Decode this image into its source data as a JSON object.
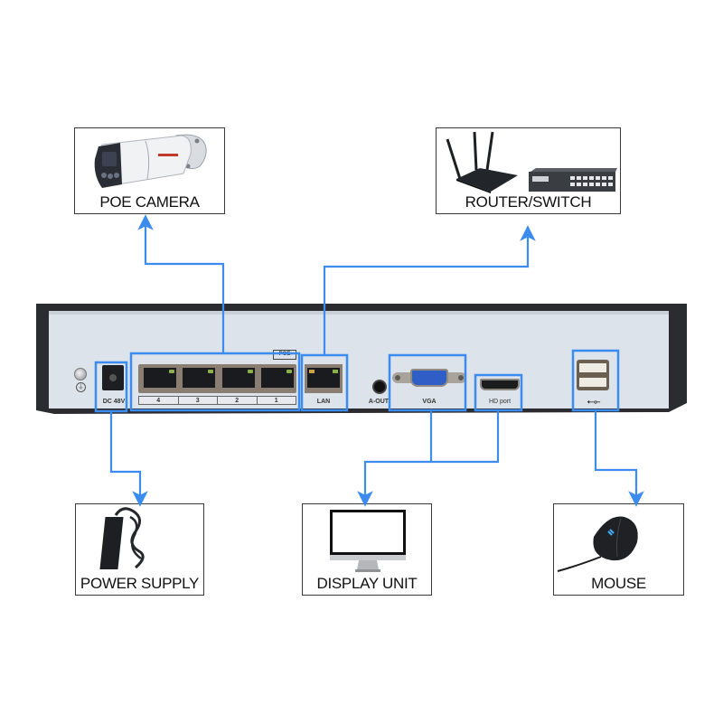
{
  "diagram": {
    "title": "NVR rear panel connection diagram",
    "accent_color": "#3c8cf0",
    "devices": {
      "poe_camera": {
        "label": "POE CAMERA",
        "icon": "bullet-camera"
      },
      "router_switch": {
        "label": "ROUTER/SWITCH",
        "icon": "router-and-switch"
      },
      "power_supply": {
        "label": "POWER SUPPLY",
        "icon": "power-adapter"
      },
      "display_unit": {
        "label": "DISPLAY UNIT",
        "icon": "monitor"
      },
      "mouse": {
        "label": "MOUSE",
        "icon": "mouse"
      }
    },
    "panel": {
      "dc_label": "DC 48V",
      "poe_badge": "POE",
      "poe_port_numbers": [
        "4",
        "3",
        "2",
        "1"
      ],
      "lan_label": "LAN",
      "audio_label": "A-OUT",
      "vga_label": "VGA",
      "hdmi_label": "HD port",
      "usb_symbol": "usb-symbol",
      "ground_symbol": "ground-symbol"
    },
    "connections": [
      {
        "from": "poe_ports",
        "to": "poe_camera"
      },
      {
        "from": "lan_port",
        "to": "router_switch"
      },
      {
        "from": "dc_input",
        "to": "power_supply"
      },
      {
        "from": "vga_port",
        "to": "display_unit"
      },
      {
        "from": "hdmi_port",
        "to": "display_unit"
      },
      {
        "from": "usb_ports",
        "to": "mouse"
      }
    ]
  }
}
